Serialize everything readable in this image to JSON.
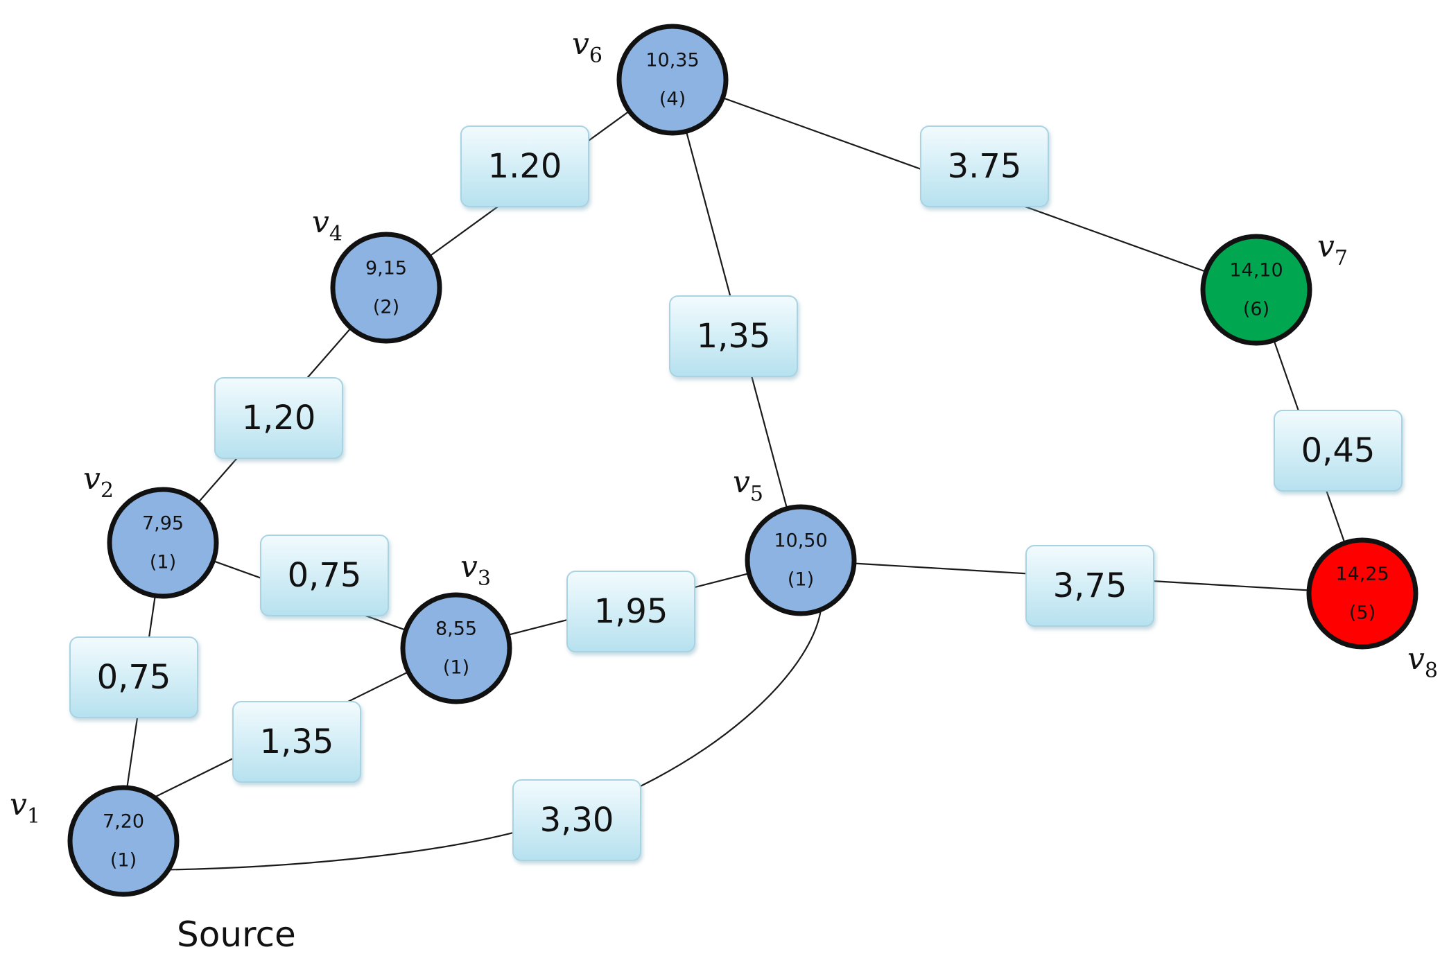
{
  "colors": {
    "node_default": "#8db3e2",
    "node_green": "#00a650",
    "node_red": "#ff0000",
    "box_top": "#f2fbfe",
    "box_bottom": "#b6e1ef"
  },
  "caption": "Source",
  "nodes": [
    {
      "id": "v1",
      "symbol": "v",
      "sub": "1",
      "value": "7,20",
      "count": "(1)",
      "color": "#8db3e2"
    },
    {
      "id": "v2",
      "symbol": "v",
      "sub": "2",
      "value": "7,95",
      "count": "(1)",
      "color": "#8db3e2"
    },
    {
      "id": "v3",
      "symbol": "v",
      "sub": "3",
      "value": "8,55",
      "count": "(1)",
      "color": "#8db3e2"
    },
    {
      "id": "v4",
      "symbol": "v",
      "sub": "4",
      "value": "9,15",
      "count": "(2)",
      "color": "#8db3e2"
    },
    {
      "id": "v5",
      "symbol": "v",
      "sub": "5",
      "value": "10,50",
      "count": "(1)",
      "color": "#8db3e2"
    },
    {
      "id": "v6",
      "symbol": "v",
      "sub": "6",
      "value": "10,35",
      "count": "(4)",
      "color": "#8db3e2"
    },
    {
      "id": "v7",
      "symbol": "v",
      "sub": "7",
      "value": "14,10",
      "count": "(6)",
      "color": "#00a650"
    },
    {
      "id": "v8",
      "symbol": "v",
      "sub": "8",
      "value": "14,25",
      "count": "(5)",
      "color": "#ff0000"
    }
  ],
  "edges": [
    {
      "from": "v1",
      "to": "v2",
      "weight": "0,75"
    },
    {
      "from": "v1",
      "to": "v3",
      "weight": "1,35"
    },
    {
      "from": "v1",
      "to": "v5",
      "weight": "3,30"
    },
    {
      "from": "v2",
      "to": "v3",
      "weight": "0,75"
    },
    {
      "from": "v2",
      "to": "v4",
      "weight": "1,20"
    },
    {
      "from": "v4",
      "to": "v6",
      "weight": "1.20"
    },
    {
      "from": "v3",
      "to": "v5",
      "weight": "1,95"
    },
    {
      "from": "v6",
      "to": "v5",
      "weight": "1,35"
    },
    {
      "from": "v6",
      "to": "v7",
      "weight": "3.75"
    },
    {
      "from": "v5",
      "to": "v8",
      "weight": "3,75"
    },
    {
      "from": "v7",
      "to": "v8",
      "weight": "0,45"
    }
  ]
}
